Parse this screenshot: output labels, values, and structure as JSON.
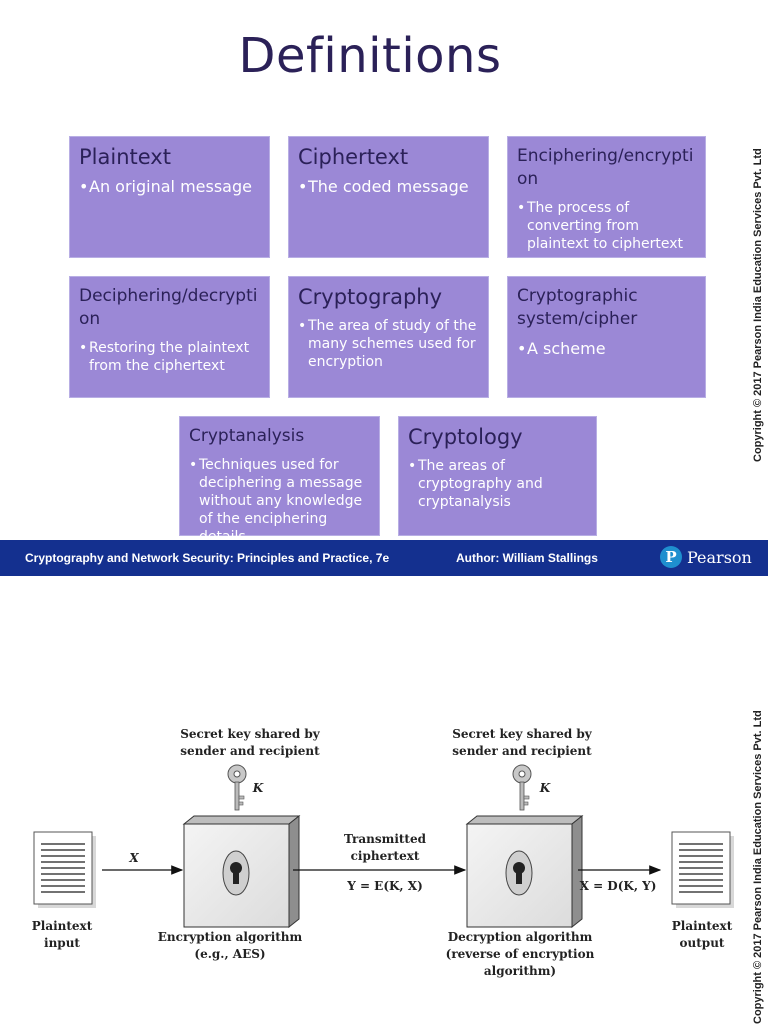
{
  "slide1": {
    "title": "Definitions",
    "boxes": [
      {
        "term": "Plaintext",
        "desc": "An original message"
      },
      {
        "term": "Ciphertext",
        "desc": "The coded message"
      },
      {
        "term": "Enciphering/encryption",
        "desc": "The process of converting from plaintext to ciphertext"
      },
      {
        "term": "Deciphering/decryption",
        "desc": "Restoring the plaintext from the ciphertext"
      },
      {
        "term": "Cryptography",
        "desc": "The area of study of the many schemes used for encryption"
      },
      {
        "term": "Cryptographic system/cipher",
        "desc": "A scheme"
      },
      {
        "term": "Cryptanalysis",
        "desc": "Techniques used for deciphering a message without any knowledge of the enciphering details"
      },
      {
        "term": "Cryptology",
        "desc": "The areas of cryptography and cryptanalysis"
      }
    ],
    "copyright": "Copyright © 2017 Pearson India Education Services Pvt. Ltd",
    "footer": {
      "book": "Cryptography and Network Security: Principles and Practice, 7e",
      "author": "Author: William Stallings",
      "logo_letter": "P",
      "logo_text": "Pearson"
    }
  },
  "slide2": {
    "copyright": "Copyright © 2017 Pearson India Education Services Pvt. Ltd",
    "key_left": [
      "Secret key shared by",
      "sender and recipient"
    ],
    "key_right": [
      "Secret key shared by",
      "sender and recipient"
    ],
    "key_symbol": "K",
    "plaintext_input": [
      "Plaintext",
      "input"
    ],
    "x_label": "X",
    "transmitted": [
      "Transmitted",
      "ciphertext"
    ],
    "y_formula": "Y = E(K, X)",
    "x_formula": "X = D(K, Y)",
    "plaintext_output": [
      "Plaintext",
      "output"
    ],
    "enc_algo": [
      "Encryption algorithm",
      "(e.g., AES)"
    ],
    "dec_algo": [
      "Decryption algorithm",
      "(reverse of encryption",
      "algorithm)"
    ]
  },
  "colors": {
    "box_fill": "#9b88d6",
    "title": "#2b2158",
    "footer_bg": "#14308f",
    "logo": "#1f8fcf"
  }
}
